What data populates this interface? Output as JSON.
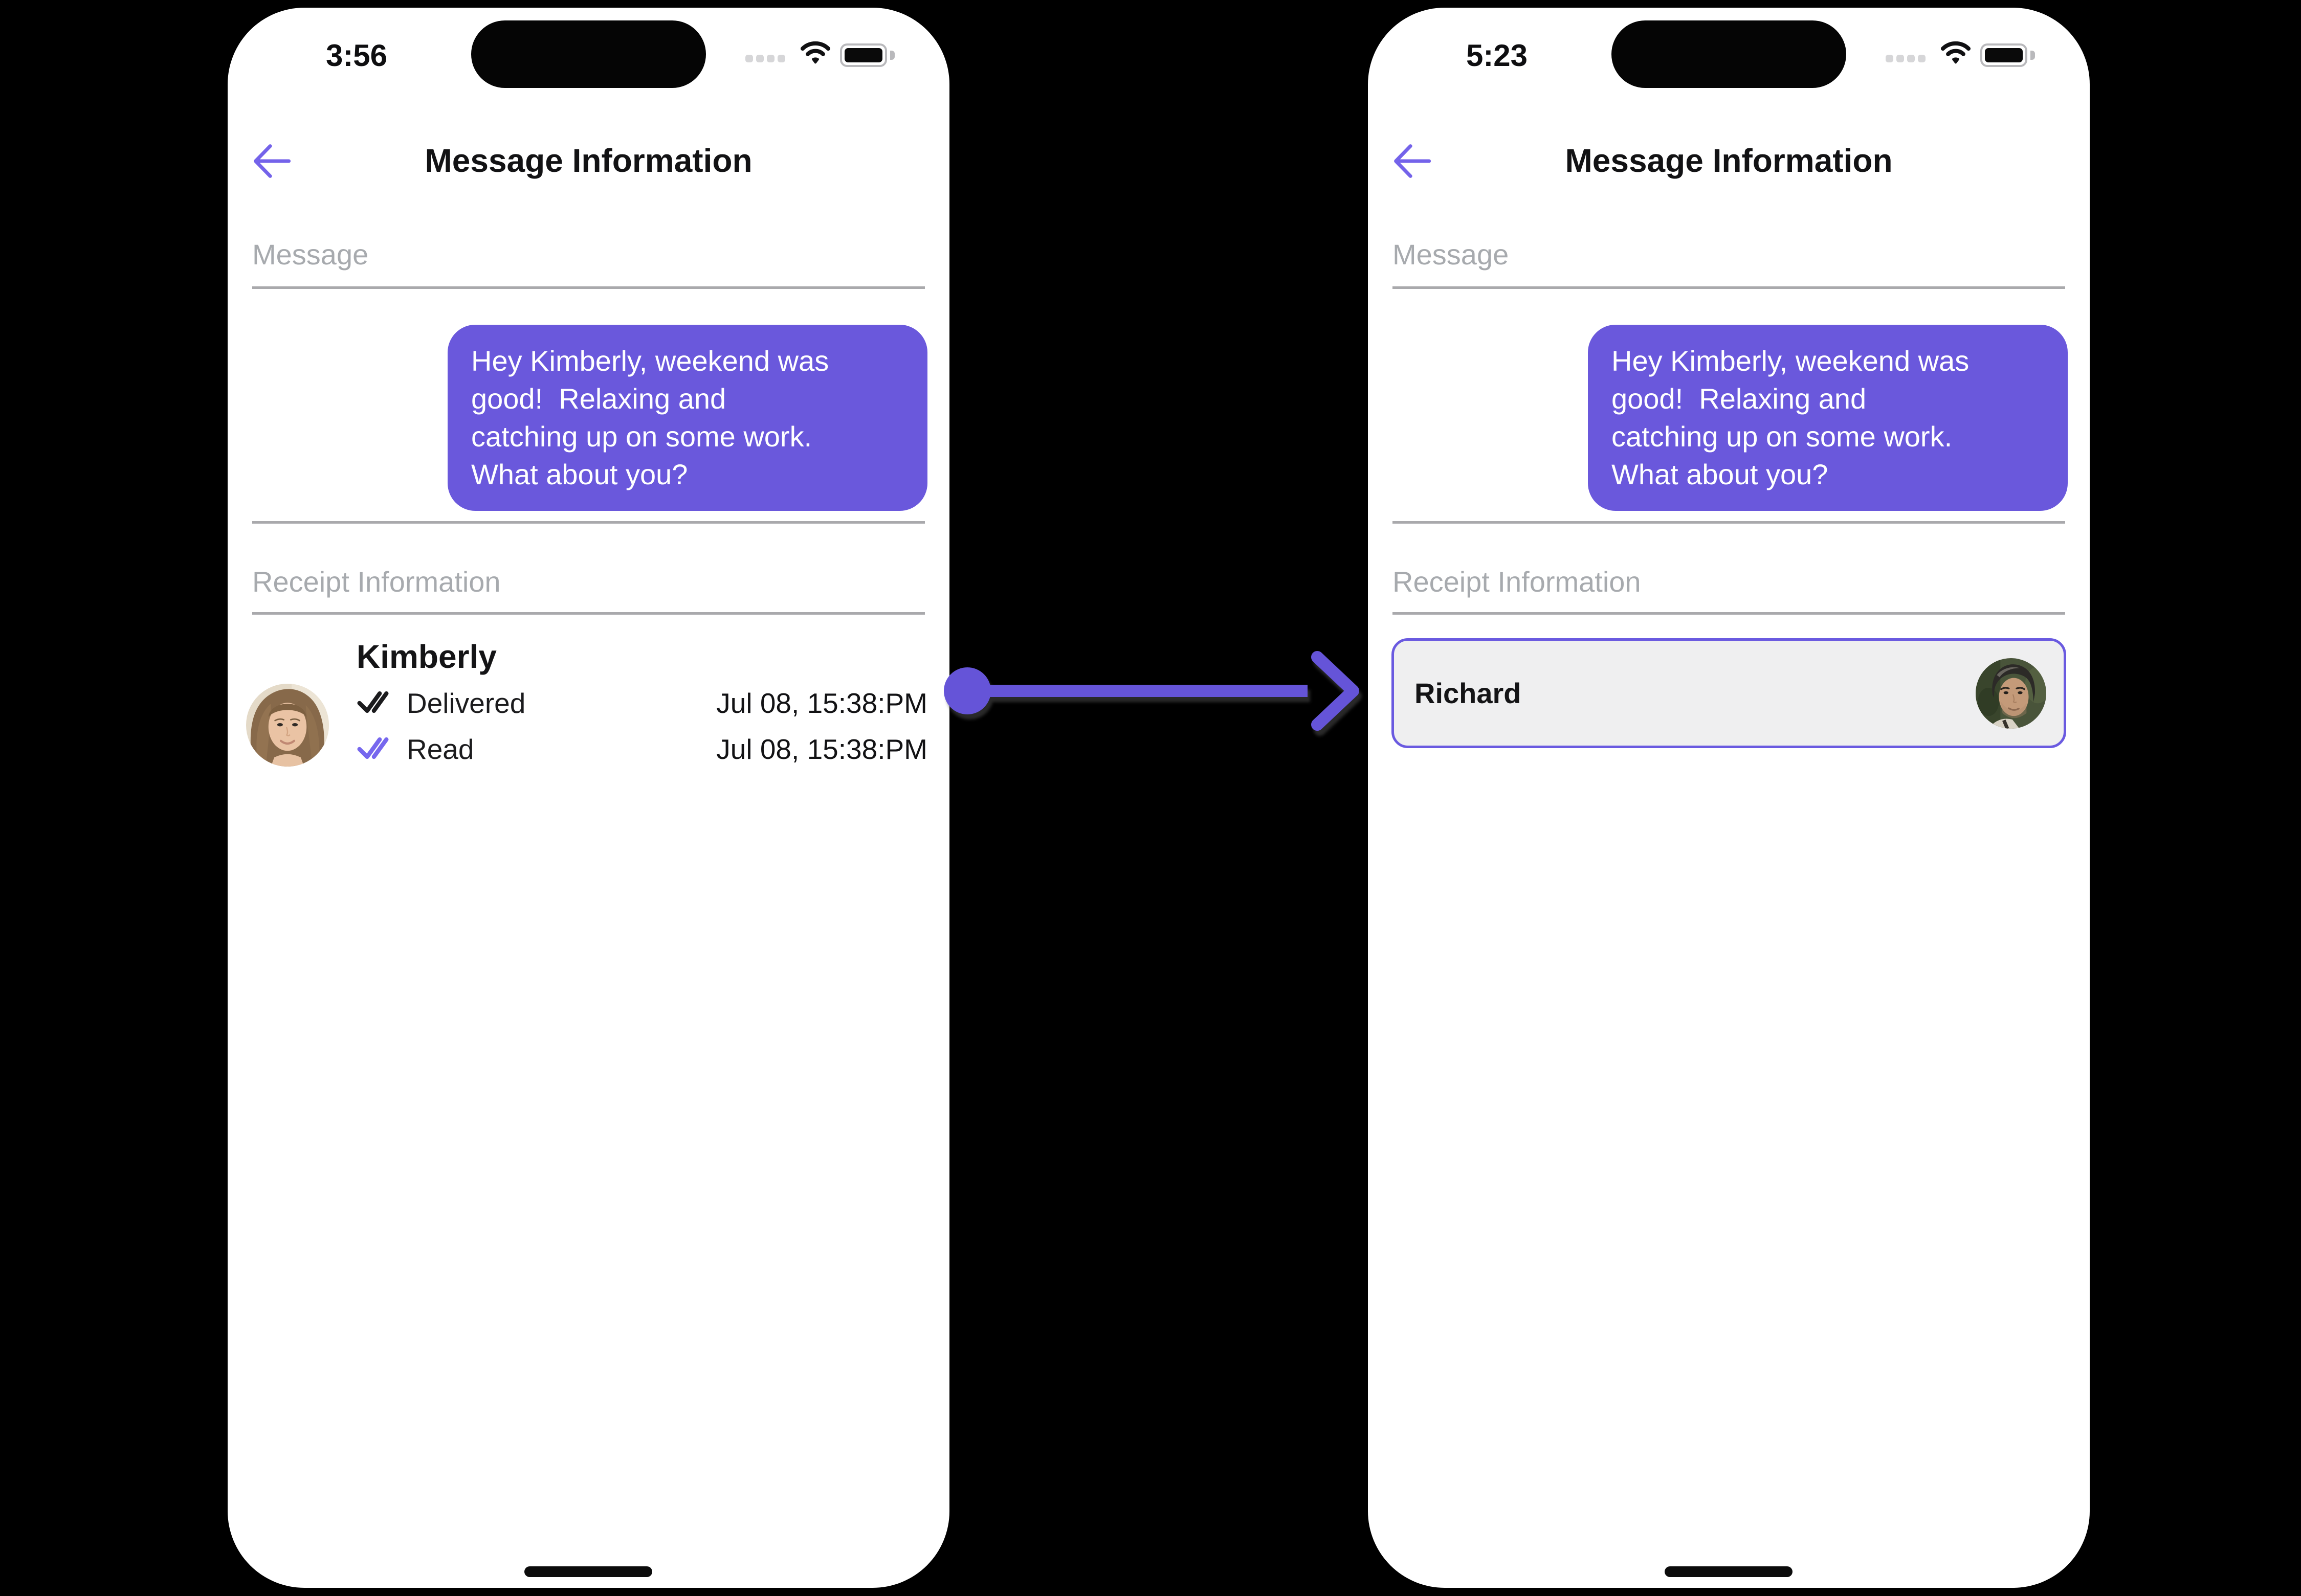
{
  "colors": {
    "background": "#000000",
    "phone_body": "#ffffff",
    "accent_bubble": "#6a58dc",
    "accent_card_border": "#6a5ae0",
    "accent_arrow": "#6554d8",
    "accent_back_arrow": "#7463ea",
    "read_check": "#7667ee",
    "delivered_check": "#1b1b1d",
    "section_label": "#a7aaae",
    "divider": "#a9a9ac",
    "card_background": "#efeff0"
  },
  "flow_arrow": {
    "icon": "arrow-right-icon",
    "direction": "left-phone-to-right-phone"
  },
  "phones": [
    {
      "side": "left",
      "status_bar": {
        "time": "3:56",
        "icons": [
          "cellular-signal-dots-icon",
          "wifi-icon",
          "battery-full-icon"
        ]
      },
      "header": {
        "back_icon": "arrow-left-icon",
        "title": "Message Information"
      },
      "message_section": {
        "label": "Message",
        "bubble_text": "Hey Kimberly, weekend was\ngood!  Relaxing and\ncatching up on some work.\nWhat about you?"
      },
      "receipt_section": {
        "label": "Receipt Information",
        "contact_name": "Kimberly",
        "avatar": "woman-portrait-avatar",
        "rows": [
          {
            "check_icon": "double-check-icon",
            "status": "Delivered",
            "timestamp": "Jul 08, 15:38:PM"
          },
          {
            "check_icon": "double-check-icon",
            "status": "Read",
            "timestamp": "Jul 08, 15:38:PM"
          }
        ]
      }
    },
    {
      "side": "right",
      "status_bar": {
        "time": "5:23",
        "icons": [
          "cellular-signal-dots-icon",
          "wifi-icon",
          "battery-full-icon"
        ]
      },
      "header": {
        "back_icon": "arrow-left-icon",
        "title": "Message Information"
      },
      "message_section": {
        "label": "Message",
        "bubble_text": "Hey Kimberly, weekend was\ngood!  Relaxing and\ncatching up on some work.\nWhat about you?"
      },
      "receipt_section": {
        "label": "Receipt Information",
        "contact_name": "Richard",
        "avatar": "man-portrait-avatar"
      }
    }
  ]
}
